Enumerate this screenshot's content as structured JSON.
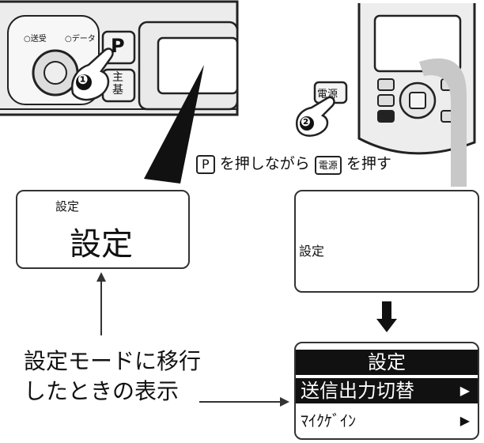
{
  "radio_left": {
    "led_send_receive": "送受",
    "led_data": "データ",
    "p_key": "P",
    "step1_badge": "❶",
    "key2_line1": "主",
    "key2_line2": "基"
  },
  "radio_right": {
    "power_key_label": "電源",
    "step2_badge": "❷"
  },
  "instruction": {
    "p_key": "P",
    "text1": "を押しながら",
    "power_key": "電源",
    "text2": "を押す"
  },
  "screen_left": {
    "small_label": "設定",
    "large_label": "設定"
  },
  "screen_right": {
    "label": "設定"
  },
  "menu_screen": {
    "title": "設定",
    "items": [
      {
        "label": "送信出力切替",
        "arrow": "▶",
        "selected": true
      },
      {
        "label": "ﾏｲｸｹﾞｲﾝ",
        "arrow": "▶",
        "selected": false
      }
    ]
  },
  "caption": {
    "line1": "設定モードに移行",
    "line2": "したときの表示"
  }
}
